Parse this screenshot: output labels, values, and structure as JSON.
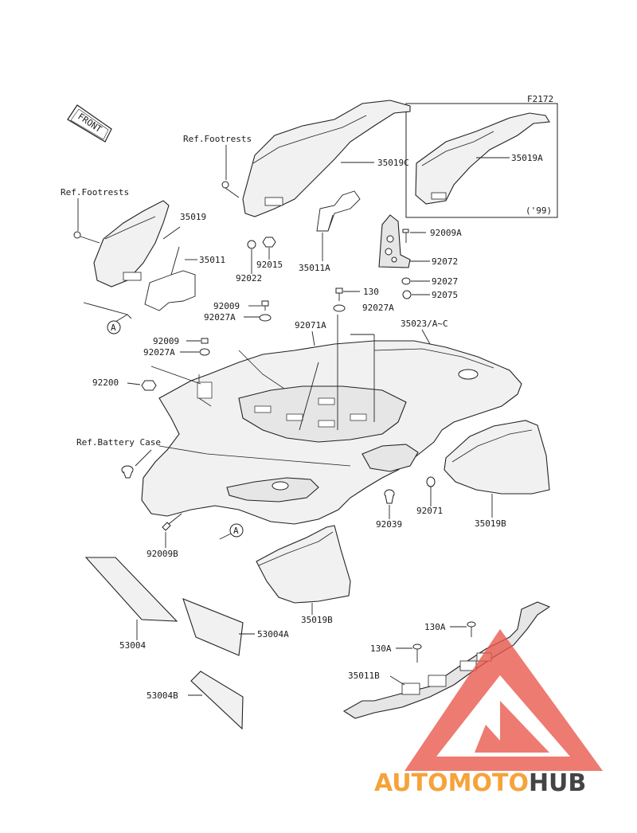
{
  "inset": {
    "code": "F2172",
    "year_note": "('99)"
  },
  "front_badge": "FRONT",
  "refs": {
    "footrests_1": "Ref.Footrests",
    "footrests_2": "Ref.Footrests",
    "battery_case": "Ref.Battery Case"
  },
  "parts": {
    "p35019C": "35019C",
    "p35019A": "35019A",
    "p35019_top": "35019",
    "p35011": "35011",
    "p92015": "92015",
    "p92022": "92022",
    "p35011A": "35011A",
    "p92009A": "92009A",
    "p92072": "92072",
    "p92027": "92027",
    "p92075": "92075",
    "p130": "130",
    "p92027A_1": "92027A",
    "p92009_1": "92009",
    "p92027A_2": "92027A",
    "p92071A": "92071A",
    "p35023": "35023/A~C",
    "p92009_2": "92009",
    "p92027A_3": "92027A",
    "p92200": "92200",
    "p92039": "92039",
    "p92071": "92071",
    "p35019B_r": "35019B",
    "p92009B": "92009B",
    "p35019B_b": "35019B",
    "p53004": "53004",
    "p53004A": "53004A",
    "p53004B": "53004B",
    "p130A_1": "130A",
    "p130A_2": "130A",
    "p35011B": "35011B"
  },
  "markers": {
    "a1": "A",
    "a2": "A"
  },
  "watermark": {
    "part1": "AUTOMOTO",
    "part2": "HUB",
    "color_orange": "#f5a33a",
    "color_red": "#e0392b",
    "color_gray": "#444444",
    "logo_color": "#e8574a"
  }
}
